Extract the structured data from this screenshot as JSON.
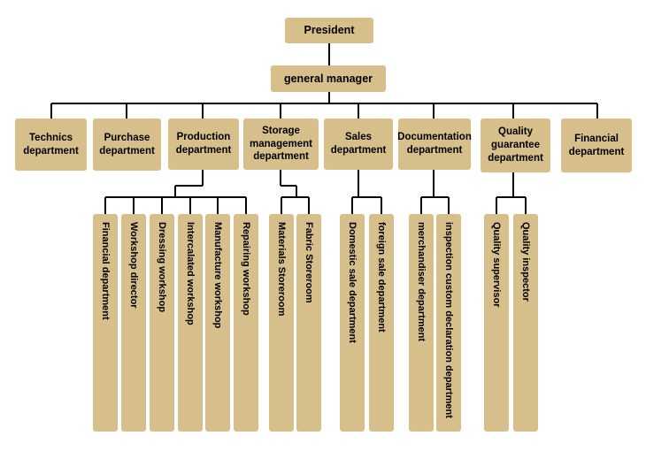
{
  "org": {
    "president": "President",
    "general_manager": "general manager",
    "departments": [
      "Technics department",
      "Purchase department",
      "Production department",
      "Storage management department",
      "Sales department",
      "Documentation department",
      "Quality guarantee department",
      "Financial department"
    ],
    "production_units": [
      "Financial department",
      "Workshop director",
      "Dressing workshop",
      "Intercalated workshop",
      "Manufacture workshop",
      "Repairing workshop"
    ],
    "storage_units": [
      "Materials Storeroom",
      "Fabric Storeroom"
    ],
    "sales_units": [
      "Domestic sale department",
      "foreign sale department"
    ],
    "documentation_units": [
      "merchandiser department",
      "inspection custom declaration department"
    ],
    "quality_units": [
      "Quality supervisor",
      "Quality inspector"
    ]
  },
  "colors": {
    "box": "#d6bf8b",
    "line": "#000000"
  }
}
